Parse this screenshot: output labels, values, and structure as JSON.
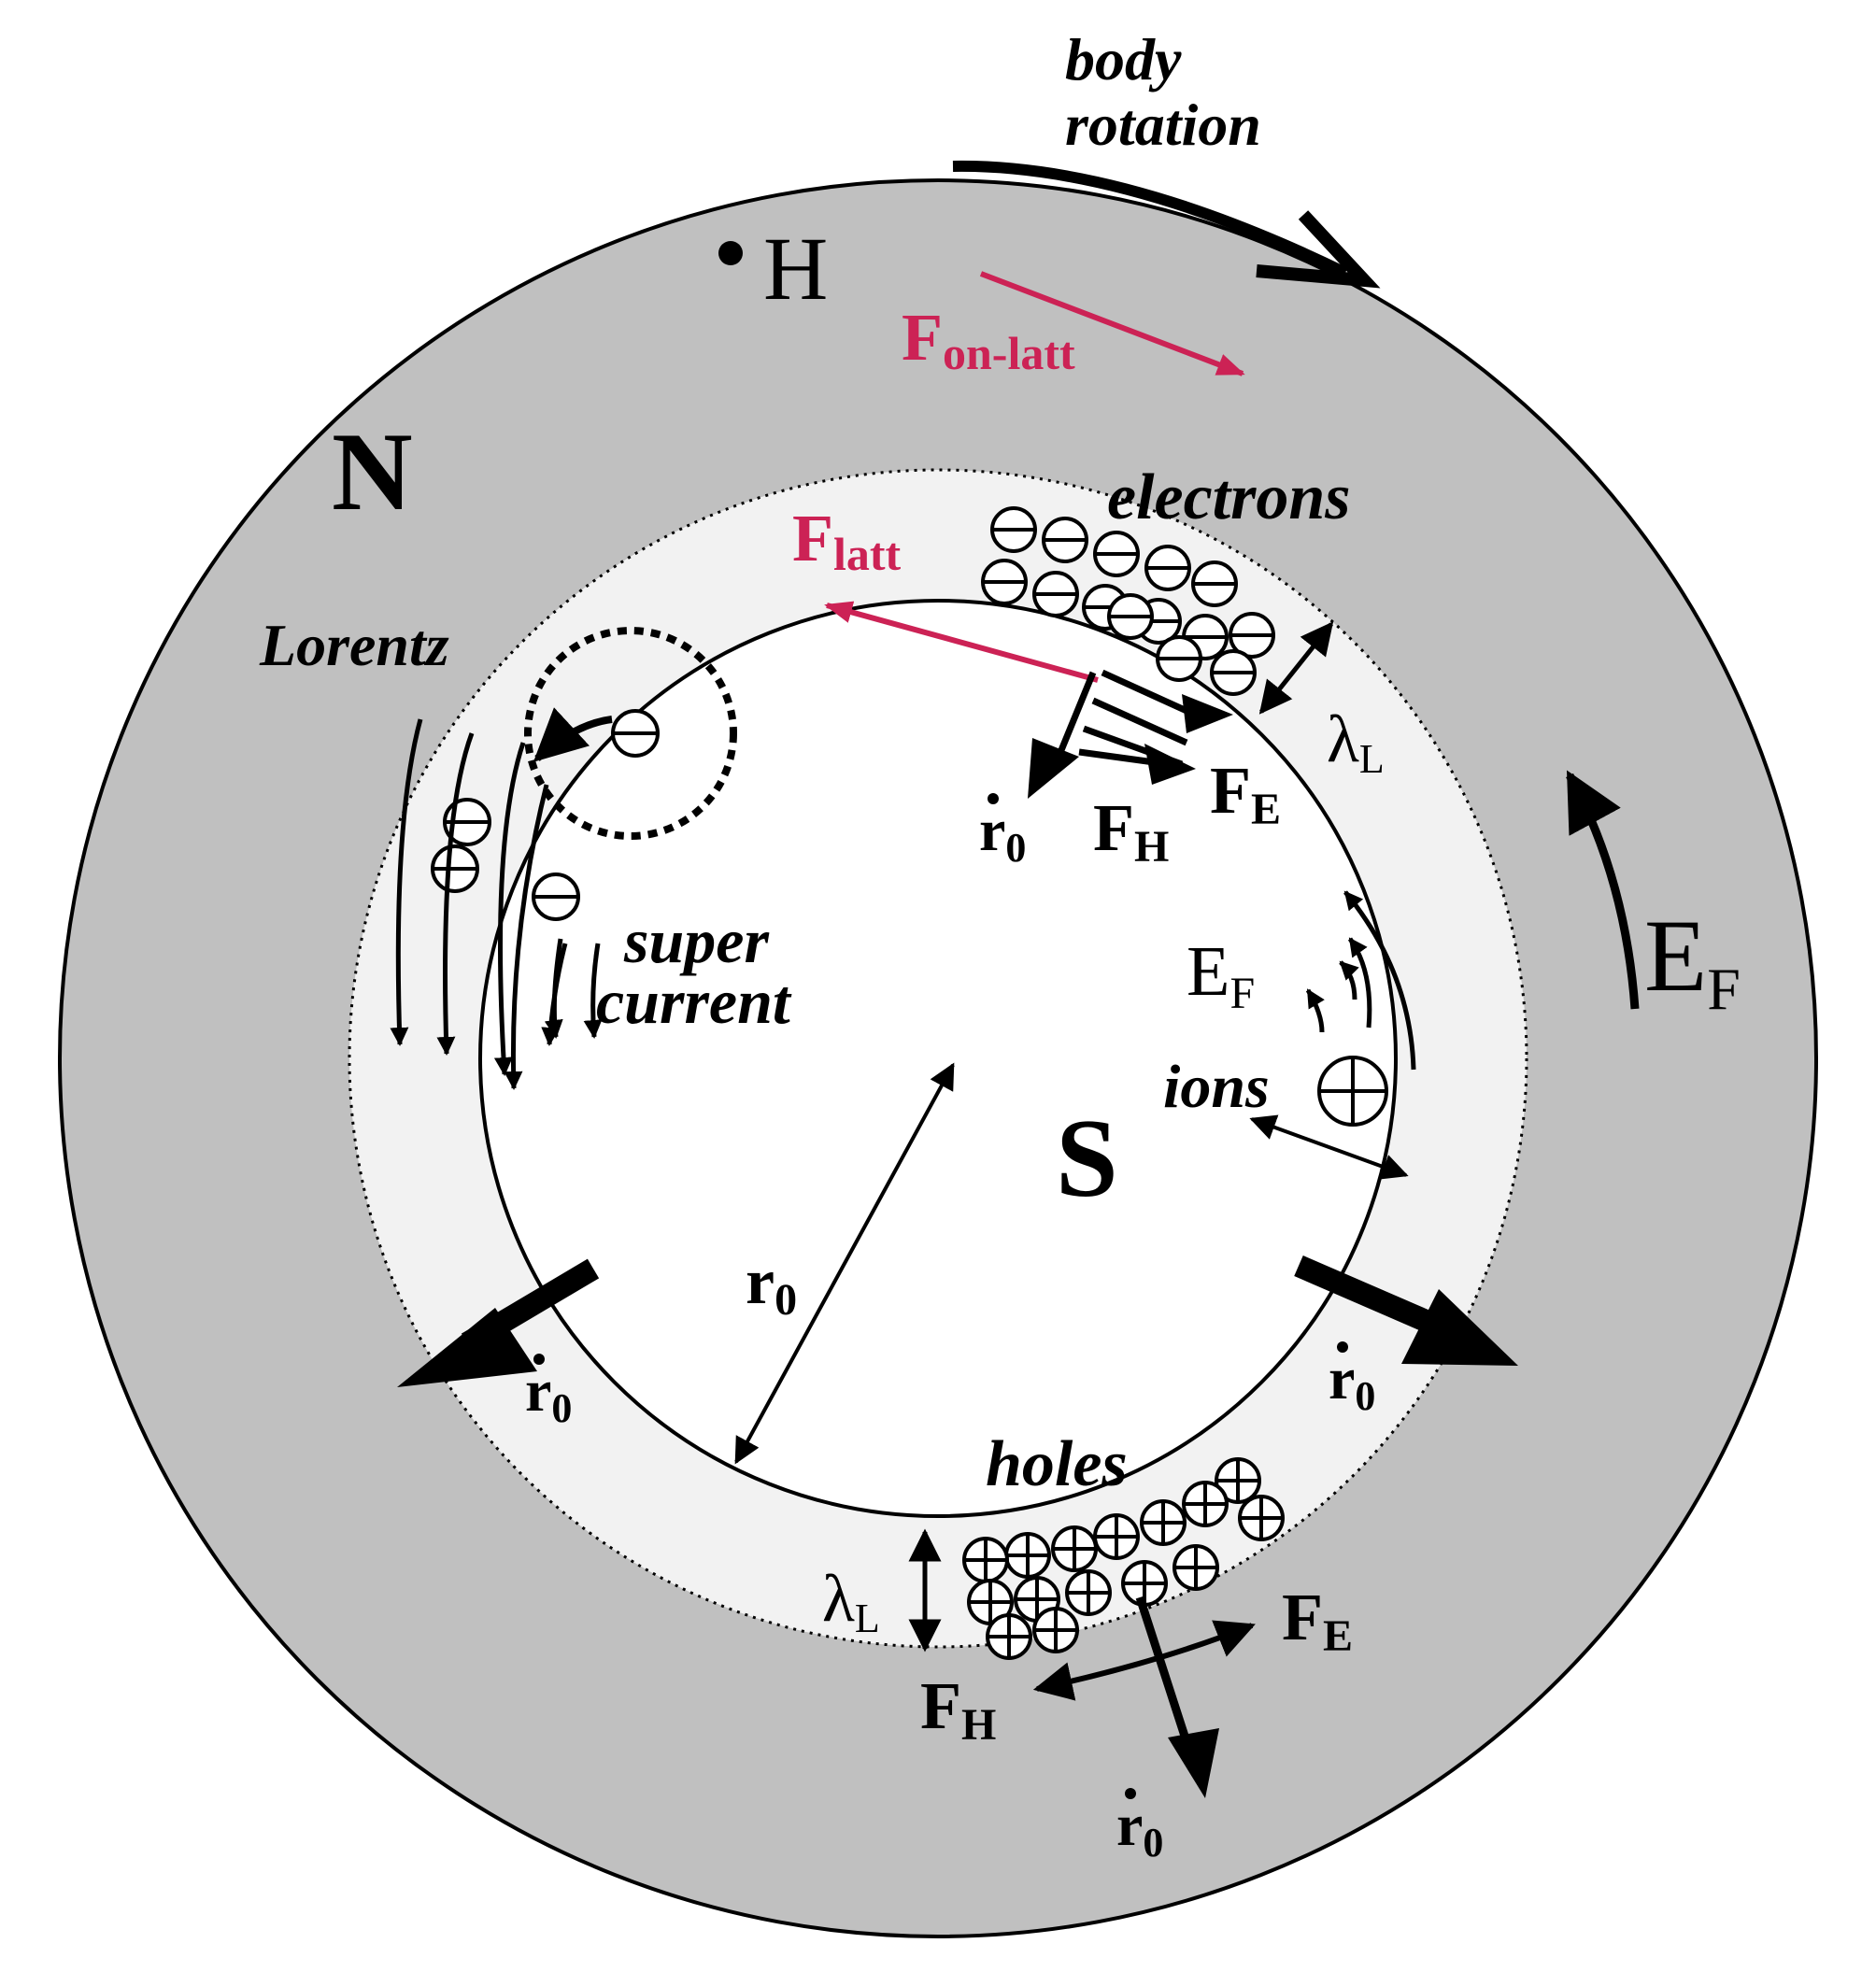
{
  "labels": {
    "body_line1": "body",
    "body_line2": "rotation",
    "h_field": "H",
    "f_onlatt_main": "F",
    "f_onlatt_sub": "on-latt",
    "normal_region": "N",
    "super_region": "S",
    "electrons": "electrons",
    "f_latt_main": "F",
    "f_latt_sub": "latt",
    "lorentz": "Lorentz",
    "lambda_main": "λ",
    "lambda_sub": "L",
    "ef_main": "E",
    "ef_sub": "F",
    "fe_main": "F",
    "fe_sub": "E",
    "fh_main": "F",
    "fh_sub": "H",
    "rdot_main": "r",
    "rdot_sub": "0",
    "r0_main": "r",
    "r0_sub": "0",
    "super_line1": "super",
    "super_line2": "current",
    "ions": "ions",
    "holes": "holes"
  },
  "colors": {
    "normal_fill": "#c0c0c0",
    "penetration_fill": "#f2f2f2",
    "super_fill": "#ffffff",
    "stroke": "#000000",
    "lattice_force": "#cc2255"
  }
}
